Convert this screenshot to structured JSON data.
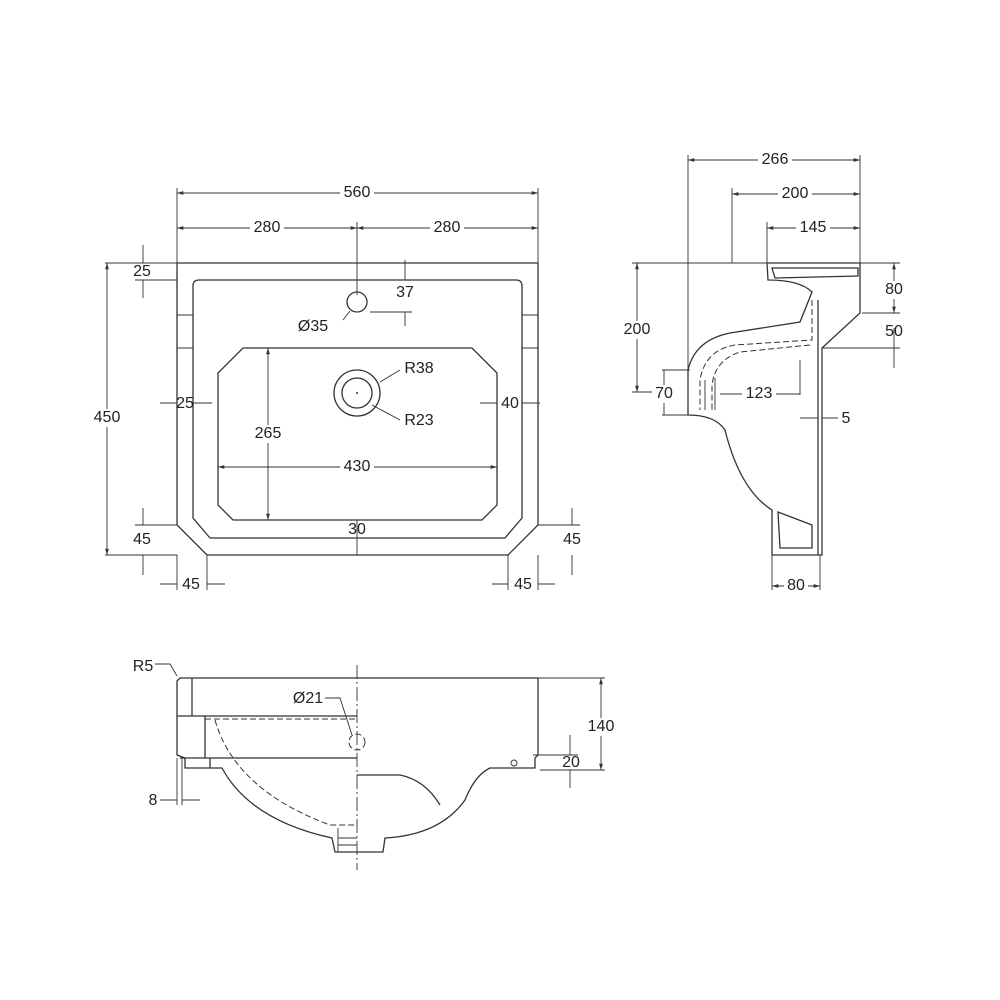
{
  "plan_view": {
    "overall_width": "560",
    "half_width_left": "280",
    "half_width_right": "280",
    "rim_top": "25",
    "tap_offset": "37",
    "tap_hole": "Ø35",
    "waste_outer": "R38",
    "waste_inner": "R23",
    "rim_left": "25",
    "rim_right": "40",
    "bowl_depth": "265",
    "bowl_width": "430",
    "overall_depth": "450",
    "chamfer_left_v": "45",
    "rim_front": "30",
    "chamfer_right_v": "45",
    "chamfer_left_h": "45",
    "chamfer_right_h": "45"
  },
  "side_view": {
    "total_depth": "266",
    "depth_200": "200",
    "depth_145": "145",
    "top_80": "80",
    "height_200": "200",
    "step_50": "50",
    "front_70": "70",
    "inner_123": "123",
    "wall_5": "5",
    "base_80": "80"
  },
  "front_view": {
    "corner_radius": "R5",
    "overflow_hole": "Ø21",
    "height_140": "140",
    "lip_20": "20",
    "edge_8": "8"
  }
}
